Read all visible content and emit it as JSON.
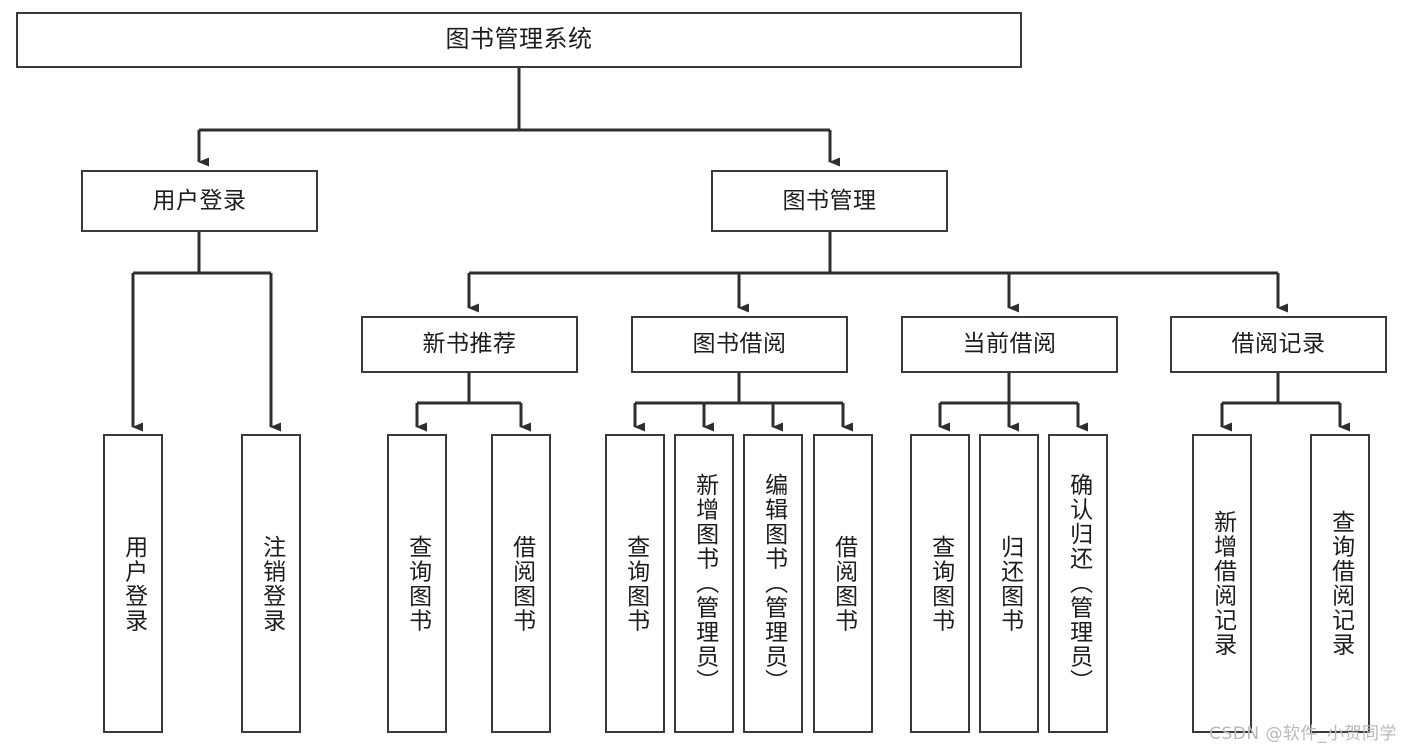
{
  "diagram": {
    "title": "图书管理系统",
    "type": "hierarchy-tree",
    "levels": 4
  },
  "root": {
    "label": "图书管理系统"
  },
  "level2": [
    {
      "label": "用户登录"
    },
    {
      "label": "图书管理"
    }
  ],
  "level3": [
    {
      "label": "新书推荐"
    },
    {
      "label": "图书借阅"
    },
    {
      "label": "当前借阅"
    },
    {
      "label": "借阅记录"
    }
  ],
  "leaves": {
    "user_login": [
      {
        "label": "用户登录"
      },
      {
        "label": "注销登录"
      }
    ],
    "new_book_recommend": [
      {
        "label": "查询图书"
      },
      {
        "label": "借阅图书"
      }
    ],
    "book_borrow": [
      {
        "label": "查询图书"
      },
      {
        "label": "新增图书（管理员）"
      },
      {
        "label": "编辑图书（管理员）"
      },
      {
        "label": "借阅图书"
      }
    ],
    "current_borrow": [
      {
        "label": "查询图书"
      },
      {
        "label": "归还图书"
      },
      {
        "label": "确认归还（管理员）"
      }
    ],
    "borrow_record": [
      {
        "label": "新增借阅记录"
      },
      {
        "label": "查询借阅记录"
      }
    ]
  },
  "watermark": {
    "text": "CSDN @软件_小贺同学"
  },
  "colors": {
    "box_border": "#3a3a3a",
    "box_fill": "#ffffff",
    "connector": "#2e2e2e",
    "text": "#1d1d1d",
    "watermark": "#b9b9b9",
    "background": "#ffffff"
  }
}
